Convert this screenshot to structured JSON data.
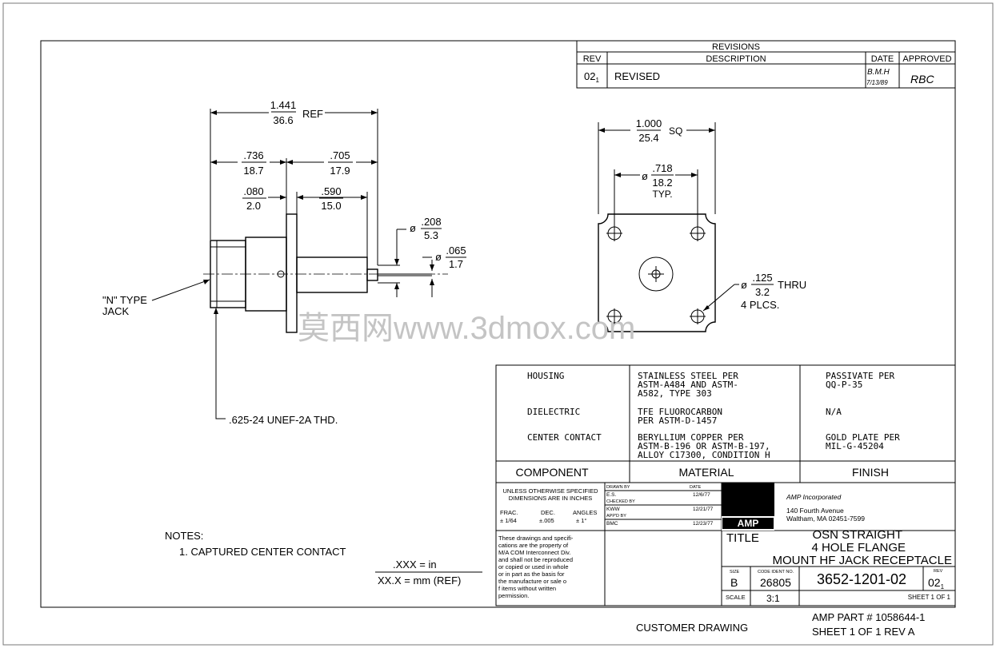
{
  "revisions": {
    "header": "REVISIONS",
    "col_rev": "REV",
    "col_description": "DESCRIPTION",
    "col_date": "DATE",
    "col_approved": "APPROVED",
    "row": {
      "rev": "02",
      "rev_sub": "1",
      "description": "REVISED",
      "date_initials": "B.M.H",
      "date": "7/13/89",
      "approved": "RBC"
    }
  },
  "side_view": {
    "overall": {
      "inch": "1.441",
      "mm": "36.6",
      "suffix": "REF"
    },
    "left_len": {
      "inch": ".736",
      "mm": "18.7"
    },
    "right_len": {
      "inch": ".705",
      "mm": "17.9"
    },
    "flange_thk": {
      "inch": ".080",
      "mm": "2.0"
    },
    "shank": {
      "inch": ".590",
      "mm": "15.0"
    },
    "dia_large": {
      "inch": ".208",
      "mm": "5.3"
    },
    "dia_small": {
      "inch": ".065",
      "mm": "1.7"
    },
    "jack_label_1": "\"N\" TYPE",
    "jack_label_2": "JACK",
    "thread_label": ".625-24 UNEF-2A THD."
  },
  "front_view": {
    "square": {
      "inch": "1.000",
      "mm": "25.4",
      "suffix": "SQ"
    },
    "hole_spacing": {
      "inch": ".718",
      "mm": "18.2",
      "suffix": "TYP."
    },
    "hole_dia": {
      "inch": ".125",
      "mm": "3.2",
      "suffix": "THRU"
    },
    "hole_count": "4 PLCS."
  },
  "watermark": "莫西网www.3dmox.com",
  "materials": {
    "rows": [
      {
        "component": "HOUSING",
        "material": [
          "STAINLESS STEEL PER",
          "ASTM-A484 AND ASTM-",
          "A582, TYPE 303"
        ],
        "finish": [
          "PASSIVATE PER",
          "QQ-P-35"
        ]
      },
      {
        "component": "DIELECTRIC",
        "material": [
          "TFE FLUOROCARBON",
          "PER ASTM-D-1457"
        ],
        "finish": [
          "N/A"
        ]
      },
      {
        "component": "CENTER CONTACT",
        "material": [
          "BERYLLIUM COPPER PER",
          "ASTM-B-196 OR ASTM-B-197,",
          "ALLOY C17300, CONDITION H"
        ],
        "finish": [
          "GOLD PLATE PER",
          "MIL-G-45204"
        ]
      }
    ],
    "headers": {
      "component": "COMPONENT",
      "material": "MATERIAL",
      "finish": "FINISH"
    }
  },
  "tolerances": {
    "line1": "UNLESS OTHERWISE SPECIFIED",
    "line2": "DIMENSIONS ARE IN INCHES",
    "frac_label": "FRAC.",
    "frac_val": "± 1/64",
    "dec_label": "DEC.",
    "dec_val": "±.005",
    "ang_label": "ANGLES",
    "ang_val": "± 1°"
  },
  "signatures": {
    "drawn_label": "DRAWN BY",
    "date_label": "DATE",
    "drawn_by": "E.S.",
    "drawn_date": "12/6/77",
    "checked_label": "CHECKED BY",
    "checked_by": "KWW",
    "checked_date": "12/21/77",
    "approved_label": "APP'D BY",
    "approved_by": "BMC",
    "approved_date": "12/23/77"
  },
  "company": {
    "logo": "AMP",
    "name": "AMP Incorporated",
    "address1": "140 Fourth Avenue",
    "address2": "Waltham, MA 02451-7599"
  },
  "proprietary": [
    "These drawings and specifi-",
    "cations are the property of",
    "M/A COM Interconnect Div.",
    "and shall not be reproduced",
    "or copied or used in whole",
    "or in part as the basis for",
    "the manufacture or sale o",
    "f items without written",
    "permission."
  ],
  "title_block": {
    "title_label": "TITLE",
    "title_lines": [
      "OSN STRAIGHT",
      "4 HOLE FLANGE",
      "MOUNT HF JACK RECEPTACLE"
    ],
    "size_label": "SIZE",
    "size": "B",
    "code_label": "CODE IDENT NO.",
    "code": "26805",
    "drawing_no": "3652-1201-02",
    "rev_label": "REV",
    "rev": "02",
    "rev_sub": "1",
    "scale_label": "SCALE",
    "scale": "3:1",
    "sheet": "SHEET  1  OF  1"
  },
  "notes": {
    "title": "NOTES:",
    "items": [
      "1. CAPTURED CENTER CONTACT"
    ]
  },
  "units": {
    "line1": ".XXX  =  in",
    "line2": "XX.X  =  mm  (REF)"
  },
  "footer": {
    "customer": "CUSTOMER DRAWING",
    "part": "AMP PART # 1058644-1",
    "sheet": "SHEET 1 OF 1  REV A"
  }
}
